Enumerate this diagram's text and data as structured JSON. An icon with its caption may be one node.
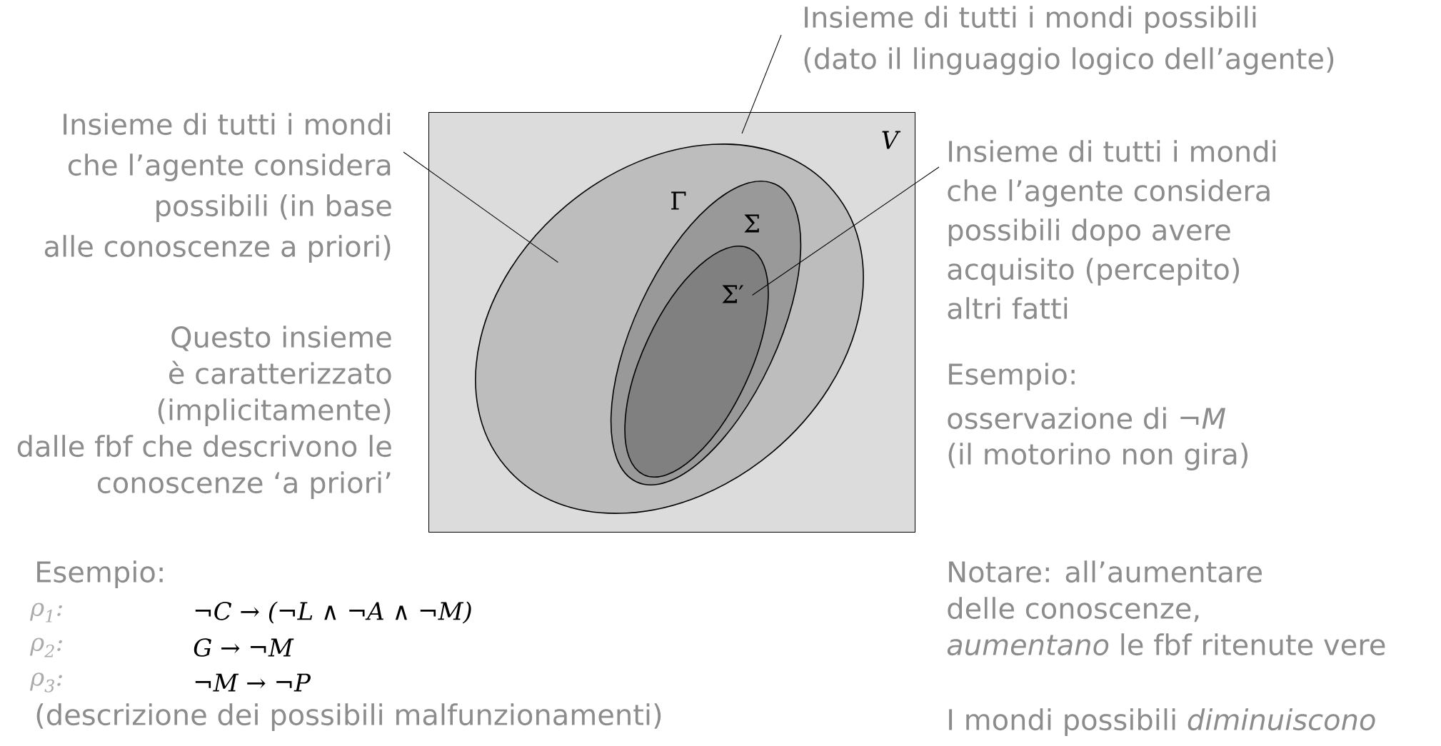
{
  "diagram": {
    "nodes": [
      {
        "text": [
          "V"
        ]
      },
      {
        "text": [
          "Γ"
        ],
        "in": 0
      },
      {
        "text": [
          "Σ"
        ],
        "in": 1
      },
      {
        "text": [
          "Σ′"
        ],
        "in": 2
      },
      {
        "text": [
          "Insieme di tutti i mondi possibili (dato il linguaggio logico dell’agente)"
        ]
      },
      {
        "text": [
          "Insieme di tutti i mondi che l’agente considera possibili (in base alle conoscenze a priori)"
        ]
      },
      {
        "text": [
          "Insieme di tutti i mondi che l’agente considera possibili dopo avere acquisito (percepito) altri fatti"
        ]
      }
    ],
    "edges": [
      {
        "from": 4,
        "to": 0,
        "arrow": "none"
      },
      {
        "from": 5,
        "to": 1,
        "arrow": "none"
      },
      {
        "from": 6,
        "to": 3,
        "arrow": "none"
      }
    ],
    "labels": [
      "Questo insieme è caratterizzato (implicitamente) dalle fbf che descrivono le conoscenze ‘a priori’",
      "Esempio:",
      "osservazione di *¬M* (il motorino non gira)",
      "Esempio:",
      "ρ$_{1}$:",
      "¬C → (¬L ∧ ¬A ∧ ¬M)",
      "ρ$_{2}$:",
      "G → ¬M",
      "ρ$_{3}$:",
      "¬M → ¬P",
      "(descrizione dei possibili malfunzionamenti)",
      "Notare: all’aumentare delle conoscenze, *aumentano* le fbf ritenute vere",
      "I mondi possibili *diminuiscono*"
    ]
  }
}
